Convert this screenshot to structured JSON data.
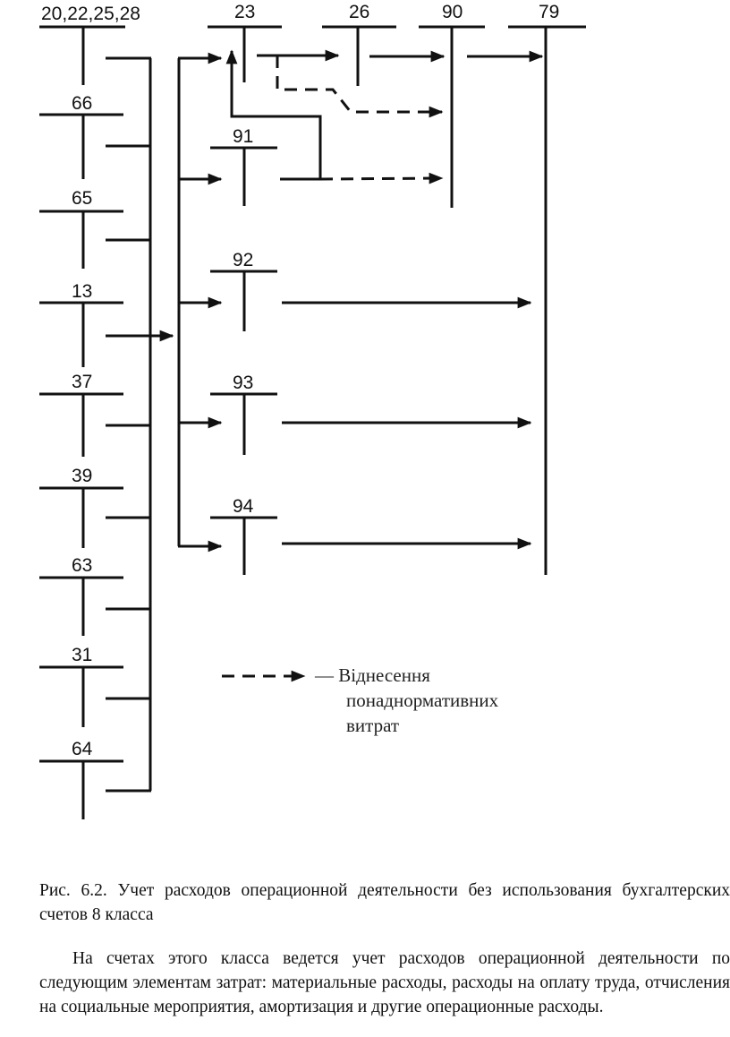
{
  "accounts": {
    "left": [
      "20,22,25,28",
      "66",
      "65",
      "13",
      "37",
      "39",
      "63",
      "31",
      "64"
    ],
    "production": "23",
    "finished_goods": "26",
    "sales": "90",
    "results": "79",
    "distribution": [
      "91",
      "92",
      "93",
      "94"
    ]
  },
  "legend": {
    "dash_label": "— Віднесення",
    "line2": "понаднормативних",
    "line3": "витрат"
  },
  "caption": {
    "label": "Рис. 6.2.",
    "text": "Учет расходов операционной деятельности без использования бухгалтерских счетов 8 класса"
  },
  "paragraph": "На счетах этого класса ведется учет расходов операционной деятельности по следующим элементам затрат: материальные расходы, расходы на оплату труда, отчисления на социальные мероприятия, амортизация и другие операционные расходы."
}
